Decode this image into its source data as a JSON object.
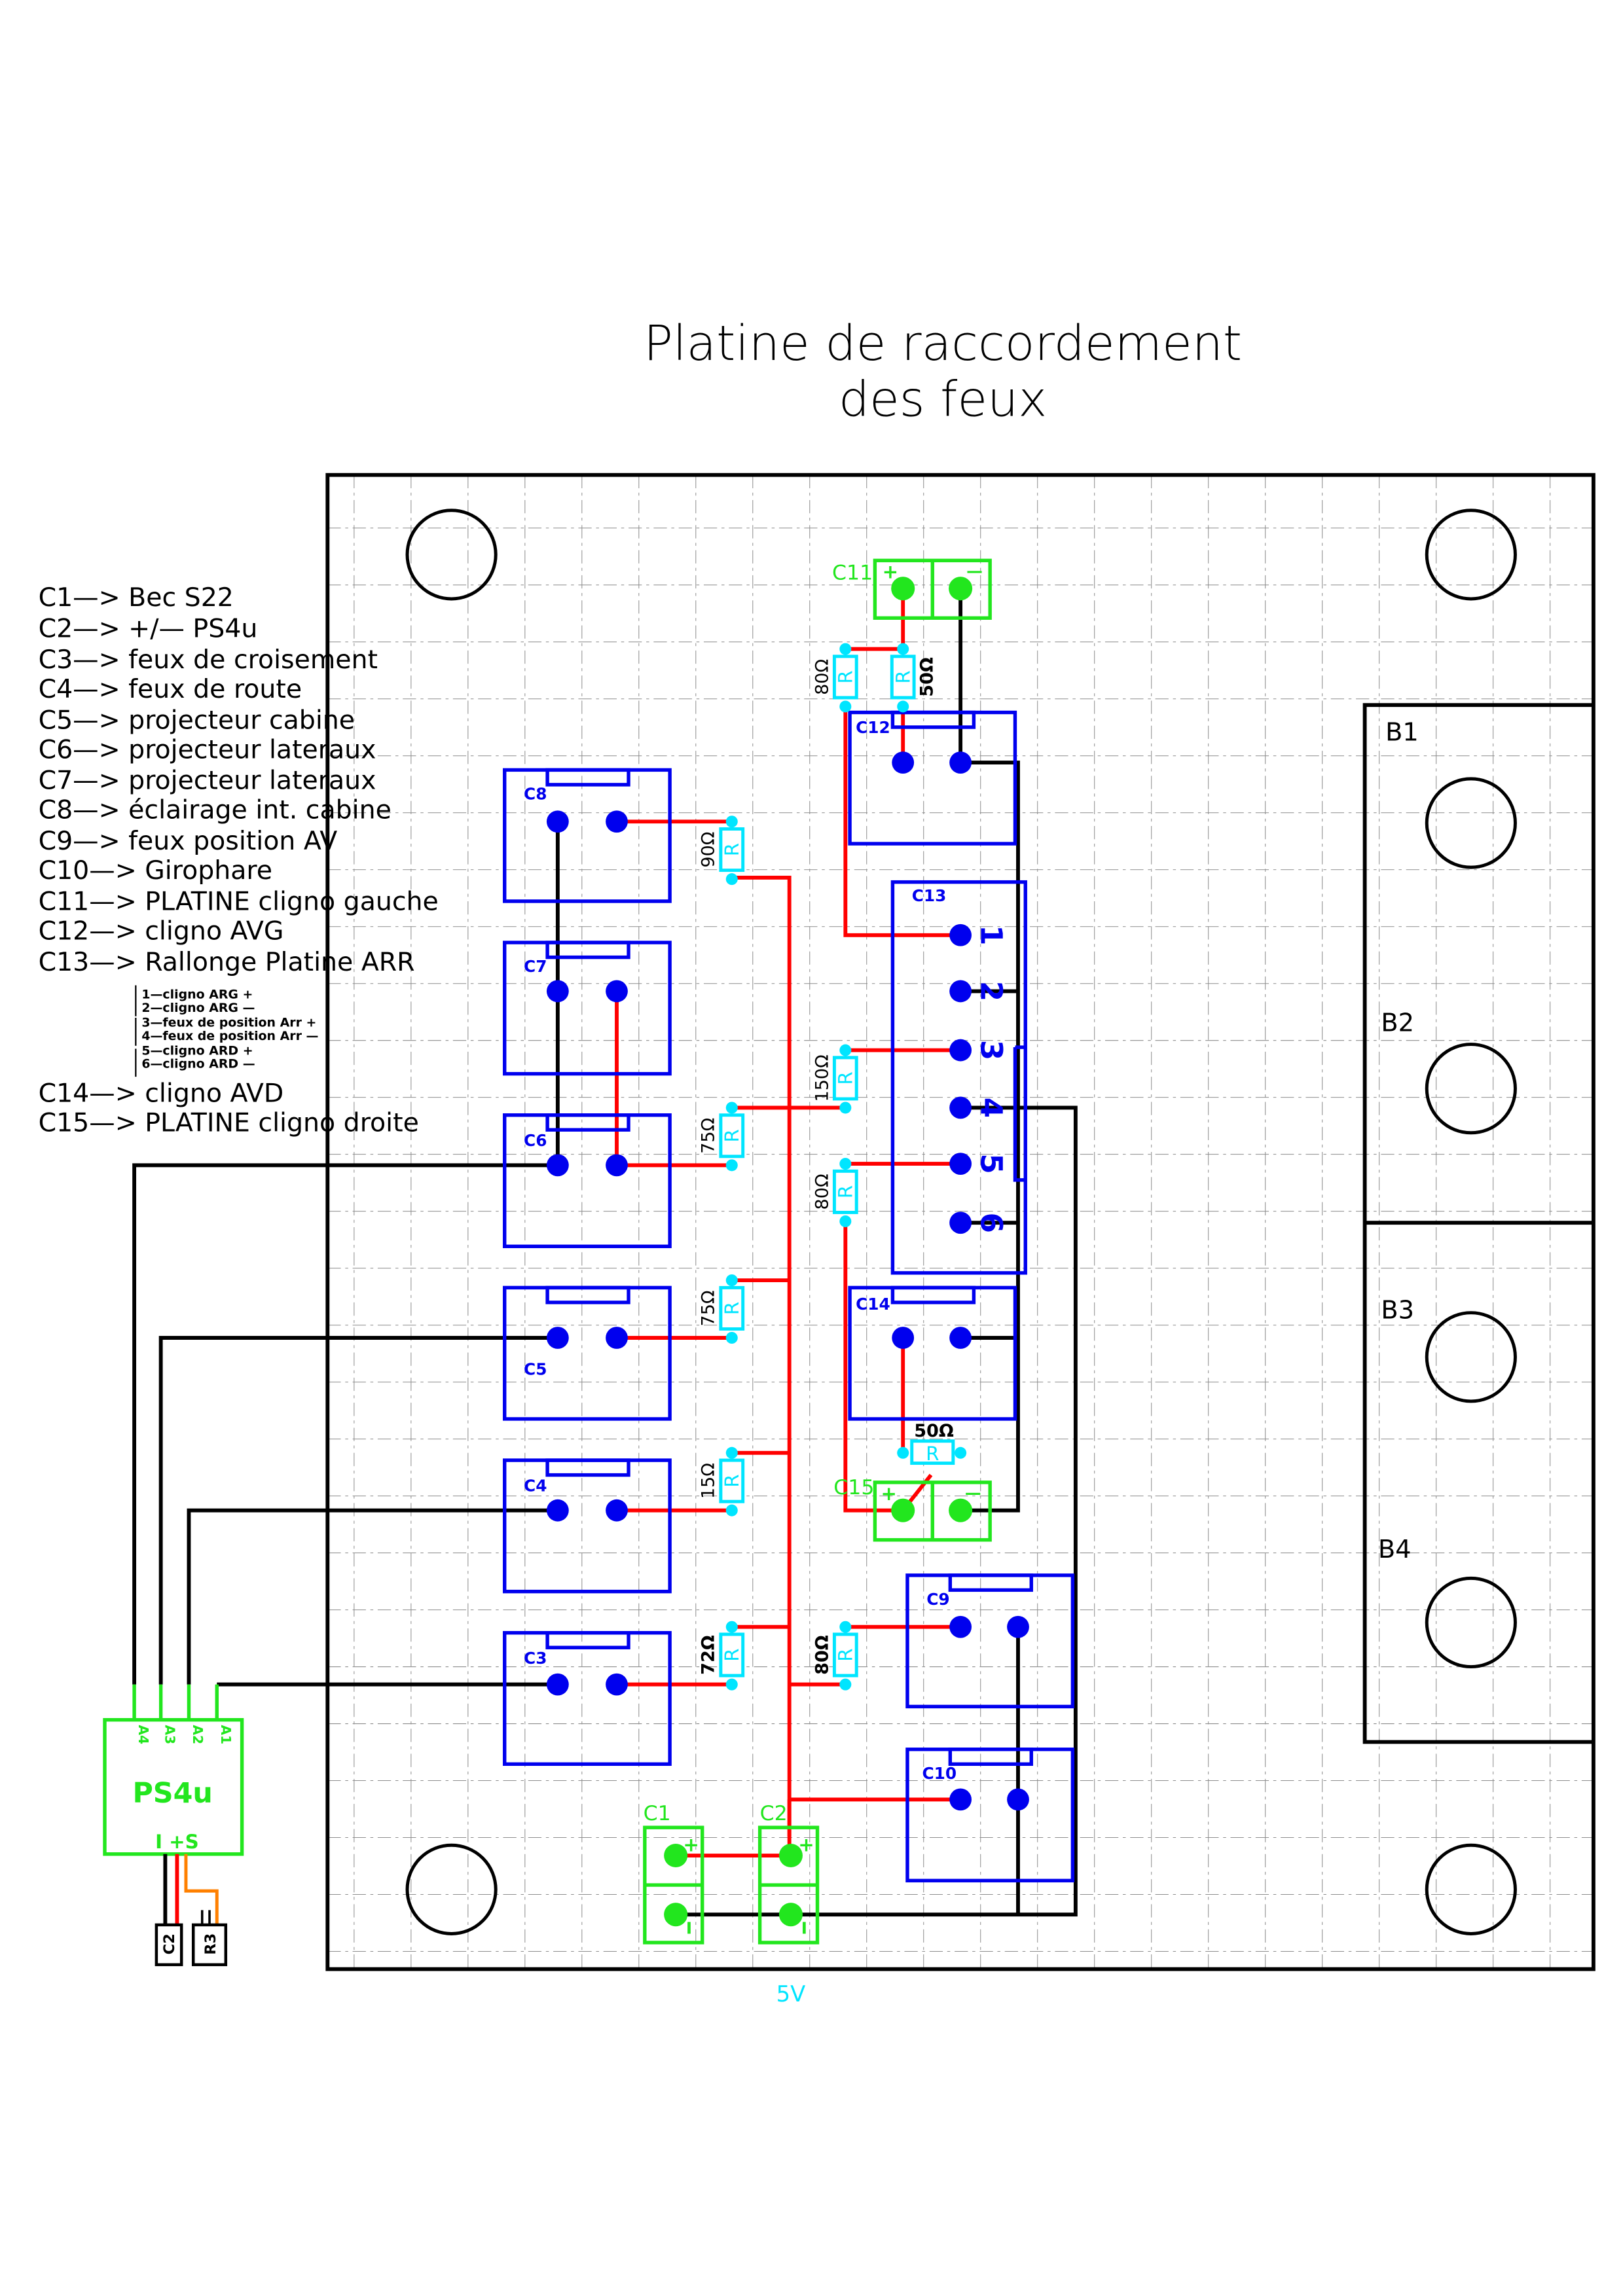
{
  "title": {
    "line1": "Platine  de  raccordement",
    "line2": "des  feux"
  },
  "legend": [
    {
      "id": "C1",
      "text": "C1—>  Bec  S22"
    },
    {
      "id": "C2",
      "text": "C2—>  +/—  PS4u"
    },
    {
      "id": "C3",
      "text": "C3—>  feux  de  croisement"
    },
    {
      "id": "C4",
      "text": "C4—>  feux  de  route"
    },
    {
      "id": "C5",
      "text": "C5—>  projecteur  cabine"
    },
    {
      "id": "C6",
      "text": "C6—>  projecteur  lateraux"
    },
    {
      "id": "C7",
      "text": "C7—>  projecteur  lateraux"
    },
    {
      "id": "C8",
      "text": "C8—>  éclairage  int.  cabine"
    },
    {
      "id": "C9",
      "text": "C9—>  feux  position  AV"
    },
    {
      "id": "C10",
      "text": "C10—>  Girophare"
    },
    {
      "id": "C11",
      "text": "C11—>  PLATINE  cligno  gauche"
    },
    {
      "id": "C12",
      "text": "C12—>  cligno  AVG"
    },
    {
      "id": "C13",
      "text": "C13—>  Rallonge  Platine  ARR"
    },
    {
      "id": "C14",
      "text": "C14—>  cligno  AVD"
    },
    {
      "id": "C15",
      "text": "C15—>  PLATINE  cligno  droite"
    }
  ],
  "c13_pins": [
    "1—cligno  ARG  +",
    "2—cligno  ARG  —",
    "3—feux  de  position  Arr  +",
    "4—feux  de  position  Arr  —",
    "5—cligno  ARD  +",
    "6—cligno  ARD  —"
  ],
  "connectors": {
    "C3": "C3",
    "C4": "C4",
    "C5": "C5",
    "C6": "C6",
    "C7": "C7",
    "C8": "C8",
    "C9": "C9",
    "C10": "C10",
    "C12": "C12",
    "C13": "C13",
    "C14": "C14"
  },
  "green_connectors": {
    "C1": "C1",
    "C2": "C2",
    "C11": "C11",
    "C15": "C15"
  },
  "c13_pin_numbers": [
    "1",
    "2",
    "3",
    "4",
    "5",
    "6"
  ],
  "resistors": {
    "r_c8": "90Ω",
    "r_c6": "75Ω",
    "r_c5": "75Ω",
    "r_c4": "15Ω",
    "r_c3": "72Ω",
    "r_c11a": "80Ω",
    "r_c11b": "50Ω",
    "r_c13_3": "150Ω",
    "r_c13_5": "80Ω",
    "r_c15": "50Ω",
    "r_c9": "80Ω"
  },
  "resistor_symbol": "R",
  "mount_boxes": [
    "B1",
    "B2",
    "B3",
    "B4"
  ],
  "ps4u": {
    "name": "PS4u",
    "inputs": [
      "A4",
      "A3",
      "A2",
      "A1"
    ],
    "power_pins": "I +S",
    "plug_left": "C2",
    "plug_right": "R3"
  },
  "supply_label": "5V",
  "plus_sign": "+",
  "minus_sign": "—",
  "minus_vertical": "I"
}
